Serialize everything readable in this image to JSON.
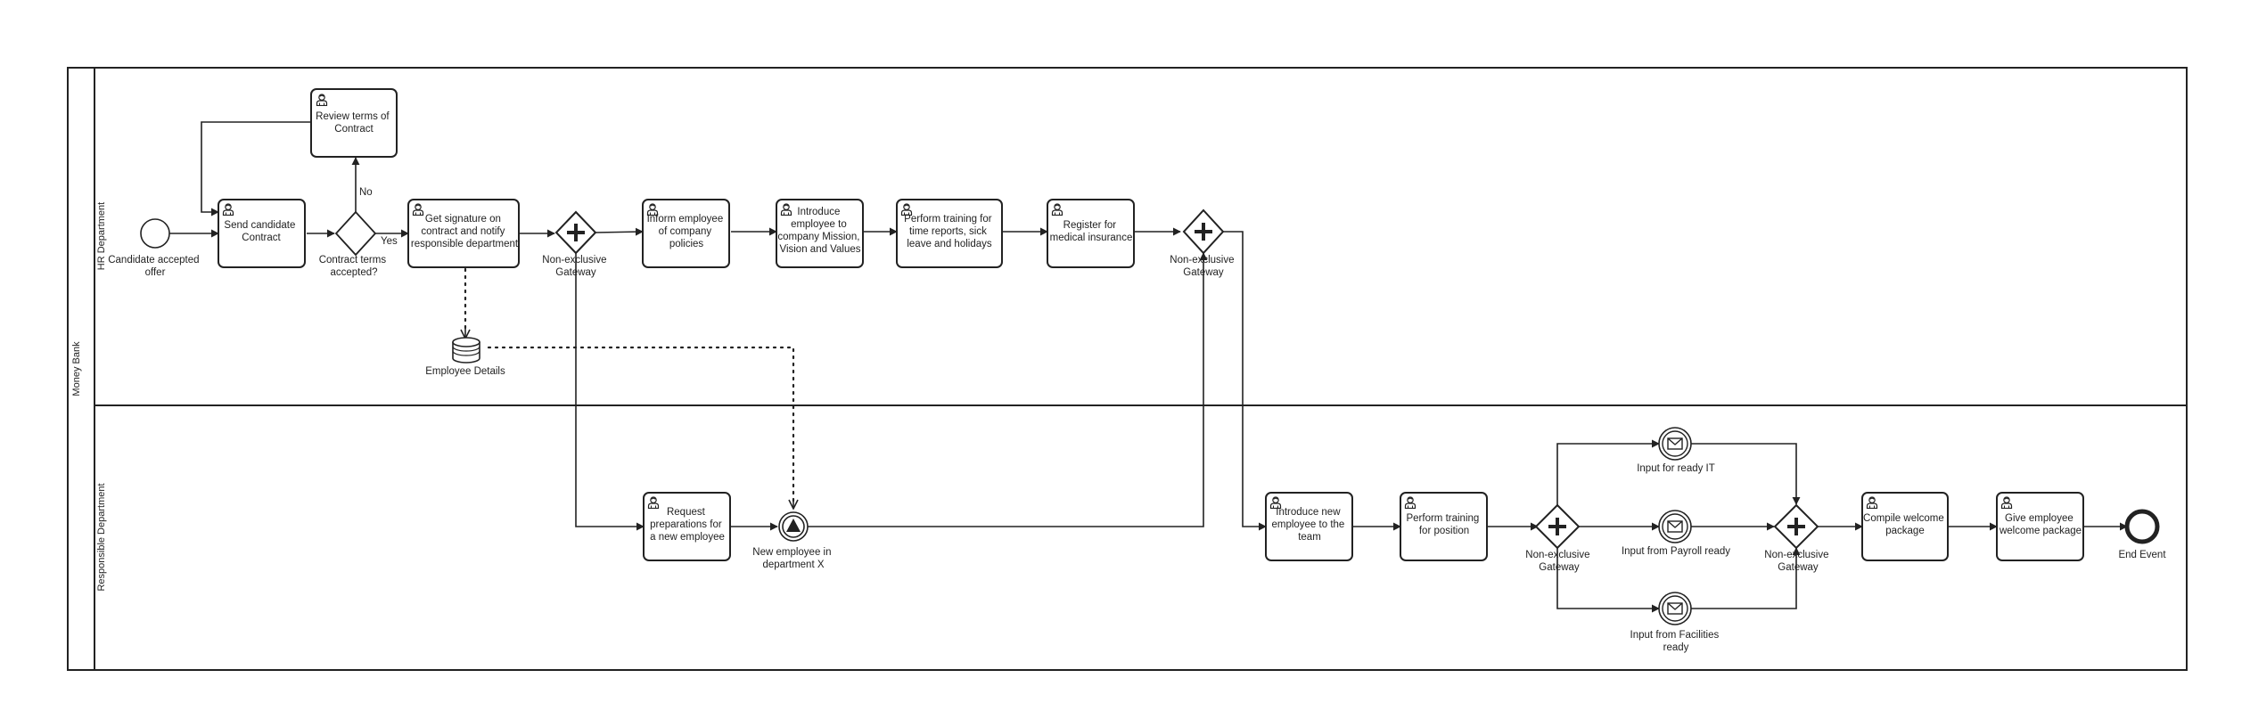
{
  "pool": {
    "label": "Money Bank"
  },
  "lanes": [
    {
      "id": "hr",
      "label": "HR Department"
    },
    {
      "id": "resp",
      "label": "Responsible Department"
    }
  ],
  "events": [
    {
      "id": "start",
      "label": [
        "Candidate accepted",
        "offer"
      ]
    },
    {
      "id": "newemp",
      "label": [
        "New employee in",
        "department X"
      ]
    },
    {
      "id": "end",
      "label": [
        "End Event"
      ]
    }
  ],
  "tasks": [
    {
      "id": "review",
      "label": [
        "Review terms of",
        "Contract"
      ]
    },
    {
      "id": "send",
      "label": [
        "Send candidate",
        "Contract"
      ]
    },
    {
      "id": "sign",
      "label": [
        "Get signature on",
        "contract and notify",
        "responsible department"
      ]
    },
    {
      "id": "inform",
      "label": [
        "Inform employee",
        "of company",
        "policies"
      ]
    },
    {
      "id": "mission",
      "label": [
        "Introduce",
        "employee to",
        "company Mission,",
        "Vision and Values"
      ]
    },
    {
      "id": "training",
      "label": [
        "Perform training for",
        "time reports, sick",
        "leave and holidays"
      ]
    },
    {
      "id": "medical",
      "label": [
        "Register for",
        "medical insurance"
      ]
    },
    {
      "id": "request",
      "label": [
        "Request",
        "preparations for",
        "a new employee"
      ]
    },
    {
      "id": "introduce",
      "label": [
        "Introduce new",
        "employee to the",
        "team"
      ]
    },
    {
      "id": "position",
      "label": [
        "Perform training",
        "for position"
      ]
    },
    {
      "id": "compile",
      "label": [
        "Compile welcome",
        "package"
      ]
    },
    {
      "id": "give",
      "label": [
        "Give employee",
        "welcome package"
      ]
    }
  ],
  "gateways": [
    {
      "id": "xor",
      "type": "exclusive",
      "label": [
        "Contract terms",
        "accepted?"
      ]
    },
    {
      "id": "g1",
      "type": "parallel",
      "label": [
        "Non-exclusive",
        "Gateway"
      ]
    },
    {
      "id": "g2",
      "type": "parallel",
      "label": [
        "Non-exclusive",
        "Gateway"
      ]
    },
    {
      "id": "g3",
      "type": "parallel",
      "label": [
        "Non-exclusive",
        "Gateway"
      ]
    },
    {
      "id": "g4",
      "type": "parallel",
      "label": [
        "Non-exclusive",
        "Gateway"
      ]
    }
  ],
  "message_events": [
    {
      "id": "it",
      "label": [
        "Input for ready IT"
      ]
    },
    {
      "id": "payroll",
      "label": [
        "Input from Payroll ready"
      ]
    },
    {
      "id": "facilities",
      "label": [
        "Input from Facilities",
        "ready"
      ]
    }
  ],
  "data_store": {
    "label": "Employee Details"
  },
  "flow_labels": {
    "no": "No",
    "yes": "Yes"
  }
}
